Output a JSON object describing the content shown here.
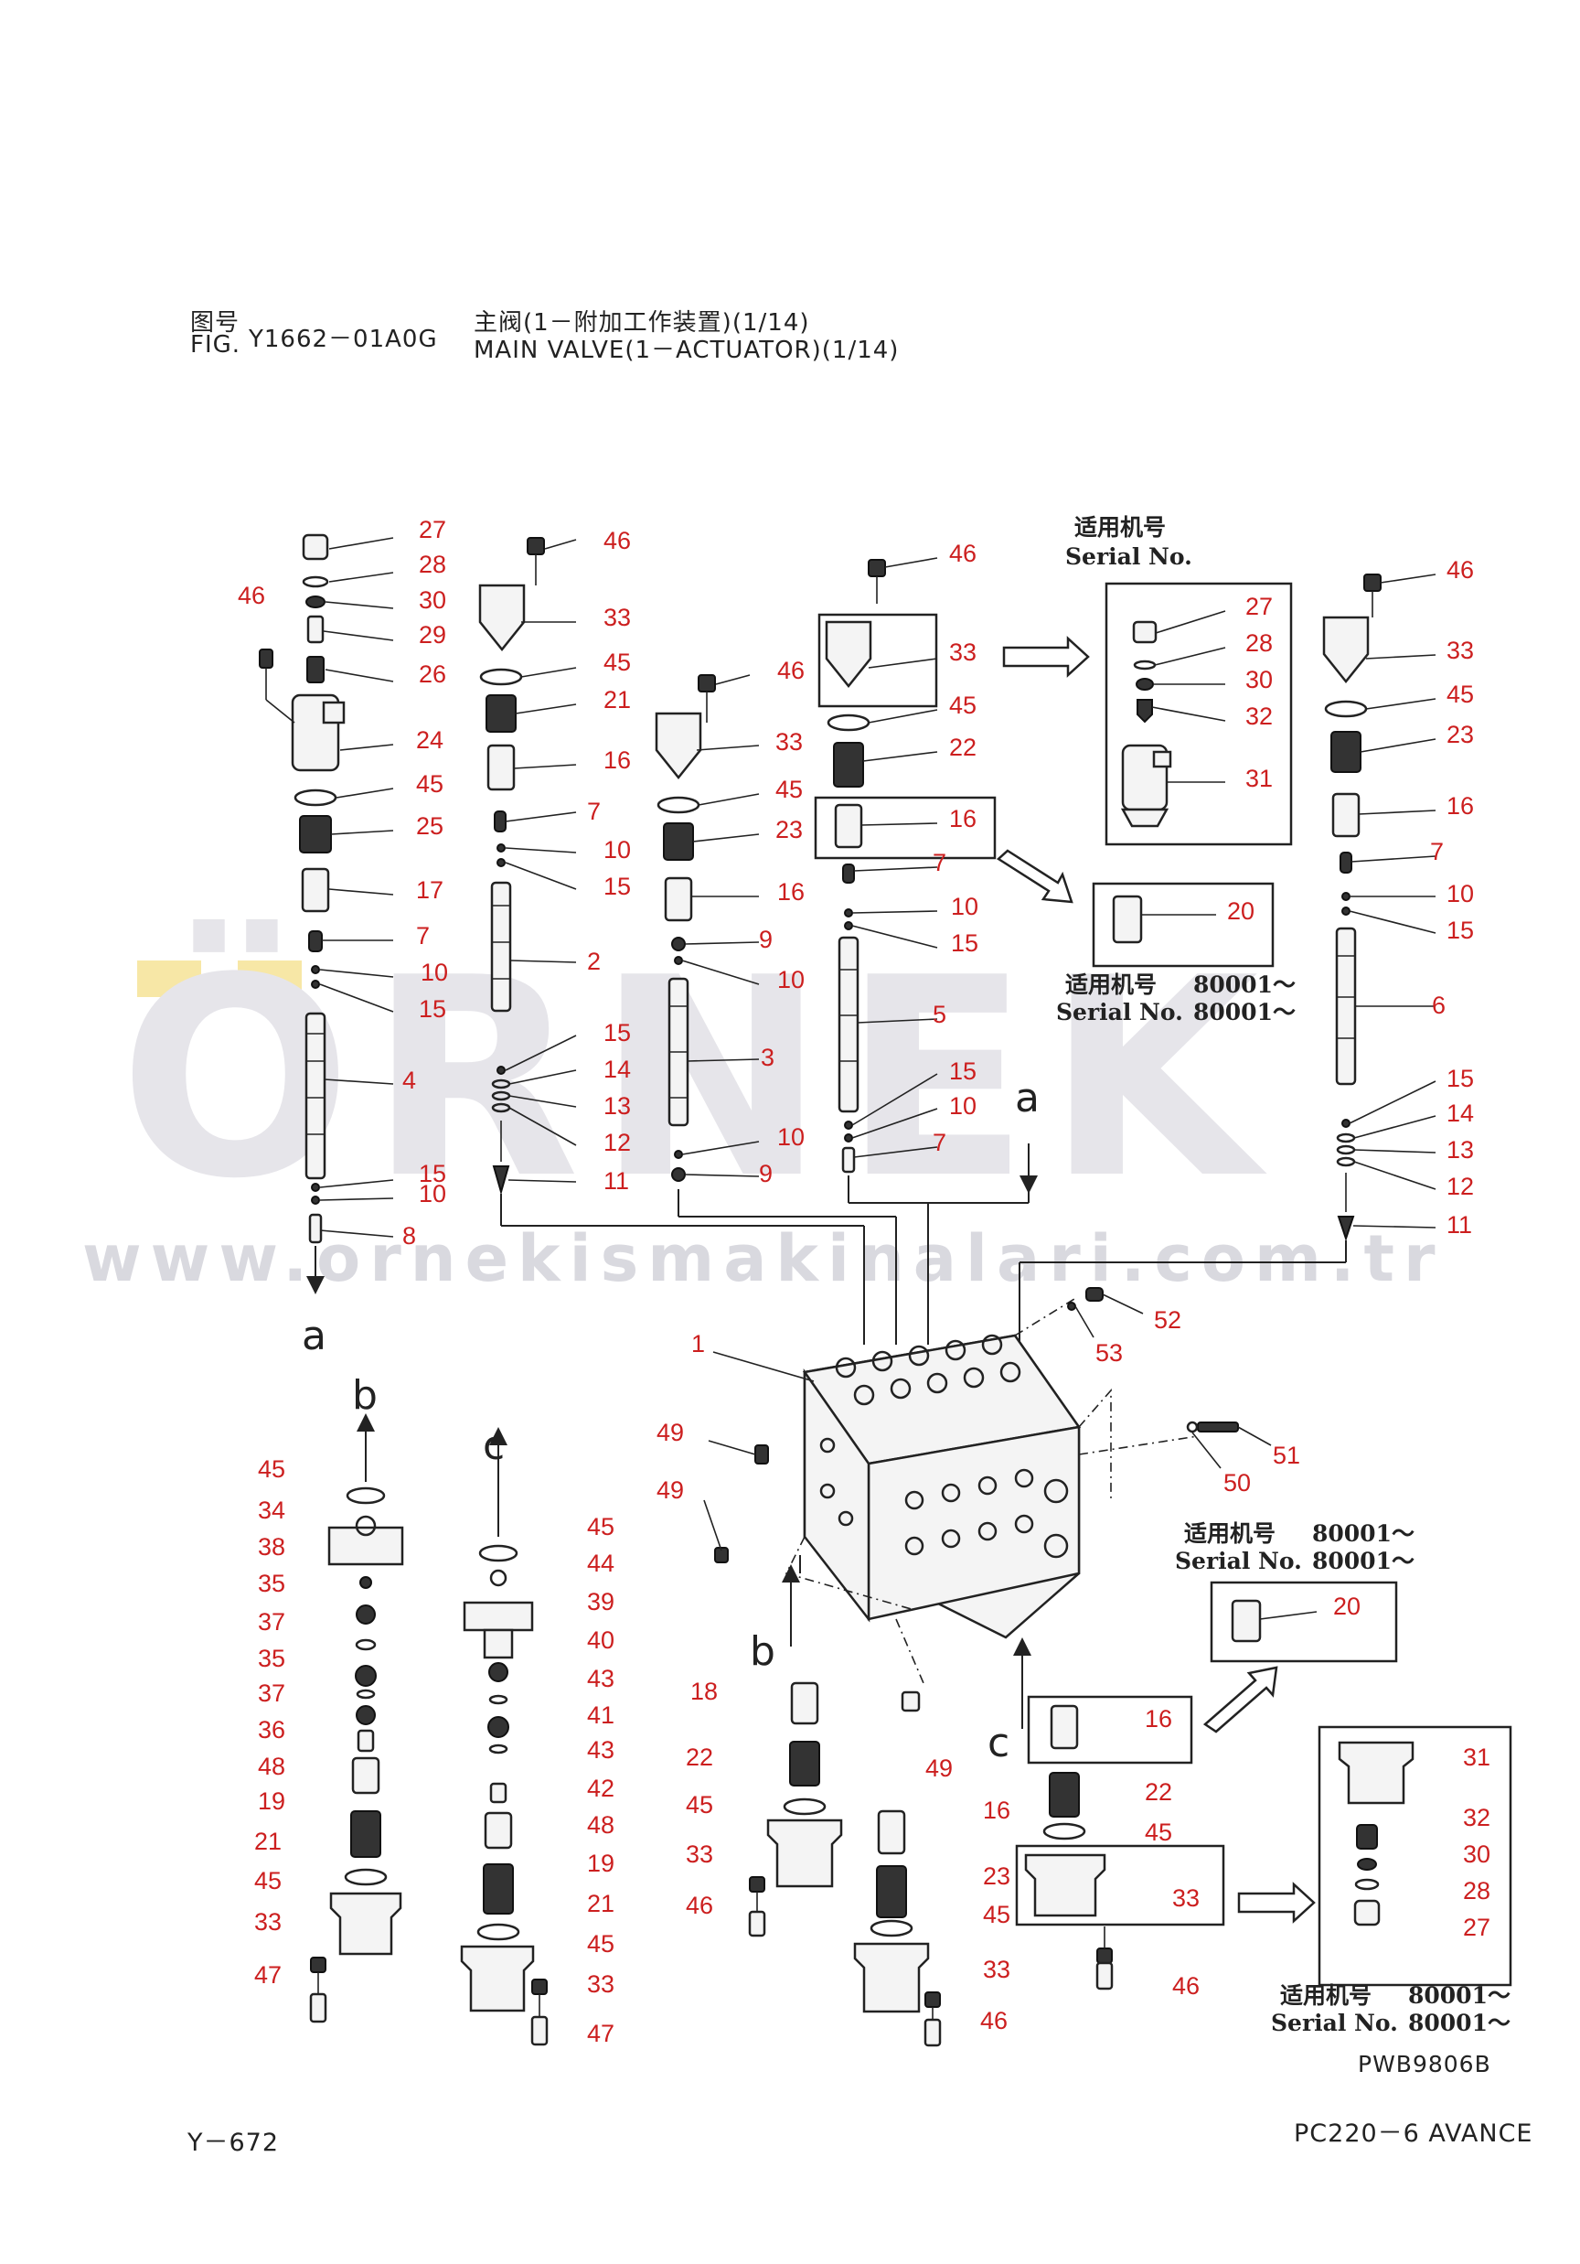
{
  "header": {
    "fig_label_cn": "图号",
    "fig_label_en": "FIG.",
    "fig_number": "Y1662－01A0G",
    "title_cn": "主阀(1－附加工作装置)(1/14)",
    "title_en": "MAIN VALVE(1－ACTUATOR)(1/14)"
  },
  "watermark": {
    "brand": "ÖRNEK",
    "url": "www.ornekismakinalari.com.tr"
  },
  "serial_notes": {
    "cn": "适用机号",
    "en": "Serial No.",
    "number": "80001～"
  },
  "flow_letters": [
    "a",
    "b",
    "c"
  ],
  "drawing_code": "PWB9806B",
  "footer": {
    "page": "Y－672",
    "model": "PC220－6 AVANCE"
  },
  "colors": {
    "callout": "#cc1f1f",
    "line": "#222222",
    "watermark": "#e6e5ea"
  },
  "callouts": [
    {
      "n": "27"
    },
    {
      "n": "28"
    },
    {
      "n": "30"
    },
    {
      "n": "29"
    },
    {
      "n": "26"
    },
    {
      "n": "46"
    },
    {
      "n": "24"
    },
    {
      "n": "45"
    },
    {
      "n": "25"
    },
    {
      "n": "17"
    },
    {
      "n": "7"
    },
    {
      "n": "10"
    },
    {
      "n": "15"
    },
    {
      "n": "4"
    },
    {
      "n": "15"
    },
    {
      "n": "10"
    },
    {
      "n": "8"
    },
    {
      "n": "46"
    },
    {
      "n": "33"
    },
    {
      "n": "45"
    },
    {
      "n": "21"
    },
    {
      "n": "16"
    },
    {
      "n": "7"
    },
    {
      "n": "10"
    },
    {
      "n": "15"
    },
    {
      "n": "2"
    },
    {
      "n": "15"
    },
    {
      "n": "14"
    },
    {
      "n": "13"
    },
    {
      "n": "12"
    },
    {
      "n": "11"
    },
    {
      "n": "46"
    },
    {
      "n": "33"
    },
    {
      "n": "45"
    },
    {
      "n": "23"
    },
    {
      "n": "16"
    },
    {
      "n": "9"
    },
    {
      "n": "10"
    },
    {
      "n": "3"
    },
    {
      "n": "10"
    },
    {
      "n": "9"
    },
    {
      "n": "46"
    },
    {
      "n": "33"
    },
    {
      "n": "45"
    },
    {
      "n": "22"
    },
    {
      "n": "16"
    },
    {
      "n": "7"
    },
    {
      "n": "10"
    },
    {
      "n": "15"
    },
    {
      "n": "5"
    },
    {
      "n": "15"
    },
    {
      "n": "10"
    },
    {
      "n": "7"
    },
    {
      "n": "27"
    },
    {
      "n": "28"
    },
    {
      "n": "30"
    },
    {
      "n": "32"
    },
    {
      "n": "31"
    },
    {
      "n": "20"
    },
    {
      "n": "46"
    },
    {
      "n": "33"
    },
    {
      "n": "45"
    },
    {
      "n": "23"
    },
    {
      "n": "16"
    },
    {
      "n": "7"
    },
    {
      "n": "10"
    },
    {
      "n": "15"
    },
    {
      "n": "6"
    },
    {
      "n": "15"
    },
    {
      "n": "14"
    },
    {
      "n": "13"
    },
    {
      "n": "12"
    },
    {
      "n": "11"
    },
    {
      "n": "1"
    },
    {
      "n": "52"
    },
    {
      "n": "53"
    },
    {
      "n": "49"
    },
    {
      "n": "49"
    },
    {
      "n": "50"
    },
    {
      "n": "51"
    },
    {
      "n": "20"
    },
    {
      "n": "45"
    },
    {
      "n": "34"
    },
    {
      "n": "38"
    },
    {
      "n": "35"
    },
    {
      "n": "37"
    },
    {
      "n": "35"
    },
    {
      "n": "37"
    },
    {
      "n": "36"
    },
    {
      "n": "48"
    },
    {
      "n": "19"
    },
    {
      "n": "21"
    },
    {
      "n": "45"
    },
    {
      "n": "33"
    },
    {
      "n": "47"
    },
    {
      "n": "45"
    },
    {
      "n": "44"
    },
    {
      "n": "39"
    },
    {
      "n": "40"
    },
    {
      "n": "43"
    },
    {
      "n": "41"
    },
    {
      "n": "43"
    },
    {
      "n": "42"
    },
    {
      "n": "48"
    },
    {
      "n": "19"
    },
    {
      "n": "21"
    },
    {
      "n": "45"
    },
    {
      "n": "33"
    },
    {
      "n": "47"
    },
    {
      "n": "18"
    },
    {
      "n": "22"
    },
    {
      "n": "45"
    },
    {
      "n": "33"
    },
    {
      "n": "46"
    },
    {
      "n": "49"
    },
    {
      "n": "16"
    },
    {
      "n": "23"
    },
    {
      "n": "45"
    },
    {
      "n": "33"
    },
    {
      "n": "46"
    },
    {
      "n": "16"
    },
    {
      "n": "22"
    },
    {
      "n": "45"
    },
    {
      "n": "33"
    },
    {
      "n": "46"
    },
    {
      "n": "31"
    },
    {
      "n": "32"
    },
    {
      "n": "30"
    },
    {
      "n": "28"
    },
    {
      "n": "27"
    }
  ]
}
